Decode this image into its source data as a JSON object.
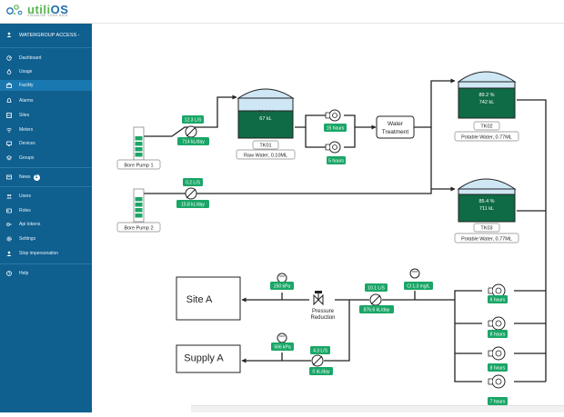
{
  "brand": {
    "name_a": "utili",
    "name_b": "OS",
    "tagline": "VISUALISE YOUR DATA"
  },
  "sidebar": {
    "account": "WATERGROUP ACCESS -",
    "items": [
      {
        "label": "Dashboard",
        "icon": "dashboard-icon"
      },
      {
        "label": "Usage",
        "icon": "usage-icon"
      },
      {
        "label": "Facility",
        "icon": "facility-icon",
        "active": true
      },
      {
        "label": "Alarms",
        "icon": "bell-icon"
      },
      {
        "label": "Sites",
        "icon": "sites-icon"
      },
      {
        "label": "Meters",
        "icon": "meter-icon"
      },
      {
        "label": "Devices",
        "icon": "devices-icon"
      },
      {
        "label": "Groups",
        "icon": "groups-icon"
      },
      {
        "label": "News",
        "icon": "news-icon",
        "badge": "1"
      },
      {
        "label": "Users",
        "icon": "users-icon"
      },
      {
        "label": "Roles",
        "icon": "roles-icon"
      },
      {
        "label": "Api tokens",
        "icon": "token-icon"
      },
      {
        "label": "Settings",
        "icon": "settings-icon"
      },
      {
        "label": "Stop impersonation",
        "icon": "stop-icon"
      },
      {
        "label": "Help",
        "icon": "help-icon"
      }
    ]
  },
  "diagram": {
    "bore_pump_1": "Bore Pump 1",
    "bore_pump_2": "Bore Pump 2",
    "meter_1": {
      "rate": "12.3 L/S",
      "daily": "714 kL/day"
    },
    "meter_2": {
      "rate": "0.2 L/S",
      "daily": "15.8 kL/day"
    },
    "tk01": {
      "level": "63.4 %",
      "volume": "67 kL",
      "id": "TK01",
      "desc": "Raw Water, 0.10ML"
    },
    "tk02": {
      "level": "89.2 %",
      "volume": "742 kL",
      "id": "TK02",
      "desc": "Potable Water, 0.77ML"
    },
    "tk03": {
      "level": "85.4 %",
      "volume": "711 kL",
      "id": "TK03",
      "desc": "Potable Water, 0.77ML"
    },
    "treatment_pumps": [
      "15 hours",
      "5 hours"
    ],
    "water_treatment": [
      "Water",
      "Treatment"
    ],
    "distribution_pumps": [
      "6 hours",
      "8 hours",
      "8 hours",
      "7 hours"
    ],
    "main_meter": {
      "rate": "10.1 L/S",
      "daily": "876.6 kL/day"
    },
    "chlorine": "Cl 1.3 mg/L",
    "site_a": {
      "label": "Site A",
      "pressure": "250 kPa"
    },
    "pressure_reduction": [
      "Pressure",
      "Reduction"
    ],
    "supply_a": {
      "label": "Supply A",
      "pressure": "566 kPa",
      "rate": "4.3 L/S",
      "daily": "0 kL/day"
    }
  },
  "colors": {
    "sidebar": "#0f5f8f",
    "active": "#1a78b0",
    "tank_fill": "#0f6b45",
    "tank_top": "#cfe7f5",
    "tag_green": "#1aa667",
    "brand_green": "#5ab552",
    "brand_blue": "#1b6fae"
  }
}
